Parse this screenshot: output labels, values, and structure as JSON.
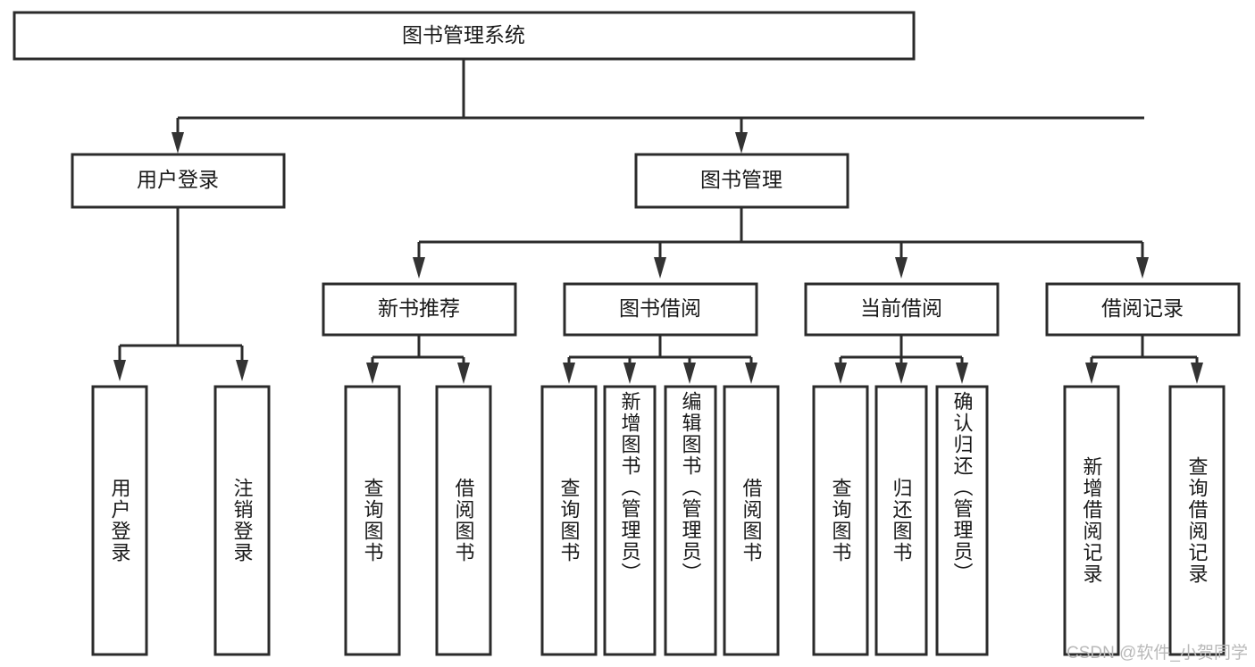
{
  "diagram": {
    "title": "图书管理系统",
    "watermark": "CSDN @软件_小贺同学",
    "type": "tree-hierarchy-diagram",
    "colors": {
      "box_fill": "#ffffff",
      "box_stroke": "#2b2b2b",
      "connector": "#2b2b2b",
      "text": "#1a1a1a",
      "watermark": "#b9b9b9"
    },
    "root": {
      "label": "图书管理系统"
    },
    "level2": [
      {
        "label": "用户登录"
      },
      {
        "label": "图书管理"
      }
    ],
    "level3": [
      {
        "label": "新书推荐"
      },
      {
        "label": "图书借阅"
      },
      {
        "label": "当前借阅"
      },
      {
        "label": "借阅记录"
      }
    ],
    "leaves": {
      "user_login": [
        {
          "label": "用户登录"
        },
        {
          "label": "注销登录"
        }
      ],
      "new_book_recommend": [
        {
          "label": "查询图书"
        },
        {
          "label": "借阅图书"
        }
      ],
      "book_borrow": [
        {
          "label": "查询图书"
        },
        {
          "label": "新增图书（管理员）"
        },
        {
          "label": "编辑图书（管理员）"
        },
        {
          "label": "借阅图书"
        }
      ],
      "current_borrow": [
        {
          "label": "查询图书"
        },
        {
          "label": "归还图书"
        },
        {
          "label": "确认归还（管理员）"
        }
      ],
      "borrow_record": [
        {
          "label": "新增借阅记录"
        },
        {
          "label": "查询借阅记录"
        }
      ]
    }
  }
}
